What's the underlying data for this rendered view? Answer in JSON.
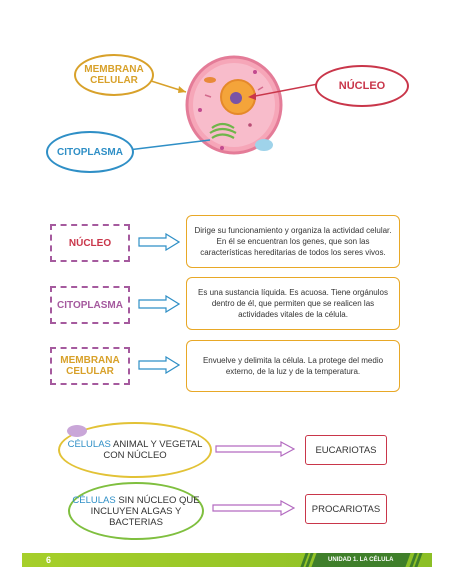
{
  "diagram": {
    "labels": {
      "membrana": "MEMBRANA CELULAR",
      "nucleo": "NÚCLEO",
      "citoplasma": "CITOPLASMA"
    }
  },
  "definitions": [
    {
      "term": "NÚCLEO",
      "text": "Dirige su funcionamiento y organiza la actividad celular. En él se encuentran los genes, que son las características hereditarias de todos los seres vivos."
    },
    {
      "term": "CITOPLASMA",
      "text": "Es una sustancia líquida. Es acuosa. Tiene orgánulos dentro de él, que permiten que se realicen las actividades vitales de la célula."
    },
    {
      "term": "MEMBRANA CELULAR",
      "text": "Envuelve y delimita la célula. La protege del medio externo, de la luz y de la temperatura."
    }
  ],
  "classification": [
    {
      "highlight": "CÉLULAS",
      "rest": " ANIMAL Y VEGETAL CON NÚCLEO",
      "result": "EUCARIOTAS"
    },
    {
      "highlight": "CÉLULAS",
      "rest": " SIN NÚCLEO QUE INCLUYEN ALGAS Y BACTERIAS",
      "result": "PROCARIOTAS"
    }
  ],
  "footer": {
    "page_number": "6",
    "unit": "UNIDAD 1.  LA CÉLULA"
  },
  "colors": {
    "membrana": "#d8a12a",
    "nucleo": "#c9364a",
    "citoplasma": "#2f8fc6",
    "term_border": "#a55a9e",
    "desc_border": "#e8a827",
    "footer_green": "#8cbf26"
  }
}
